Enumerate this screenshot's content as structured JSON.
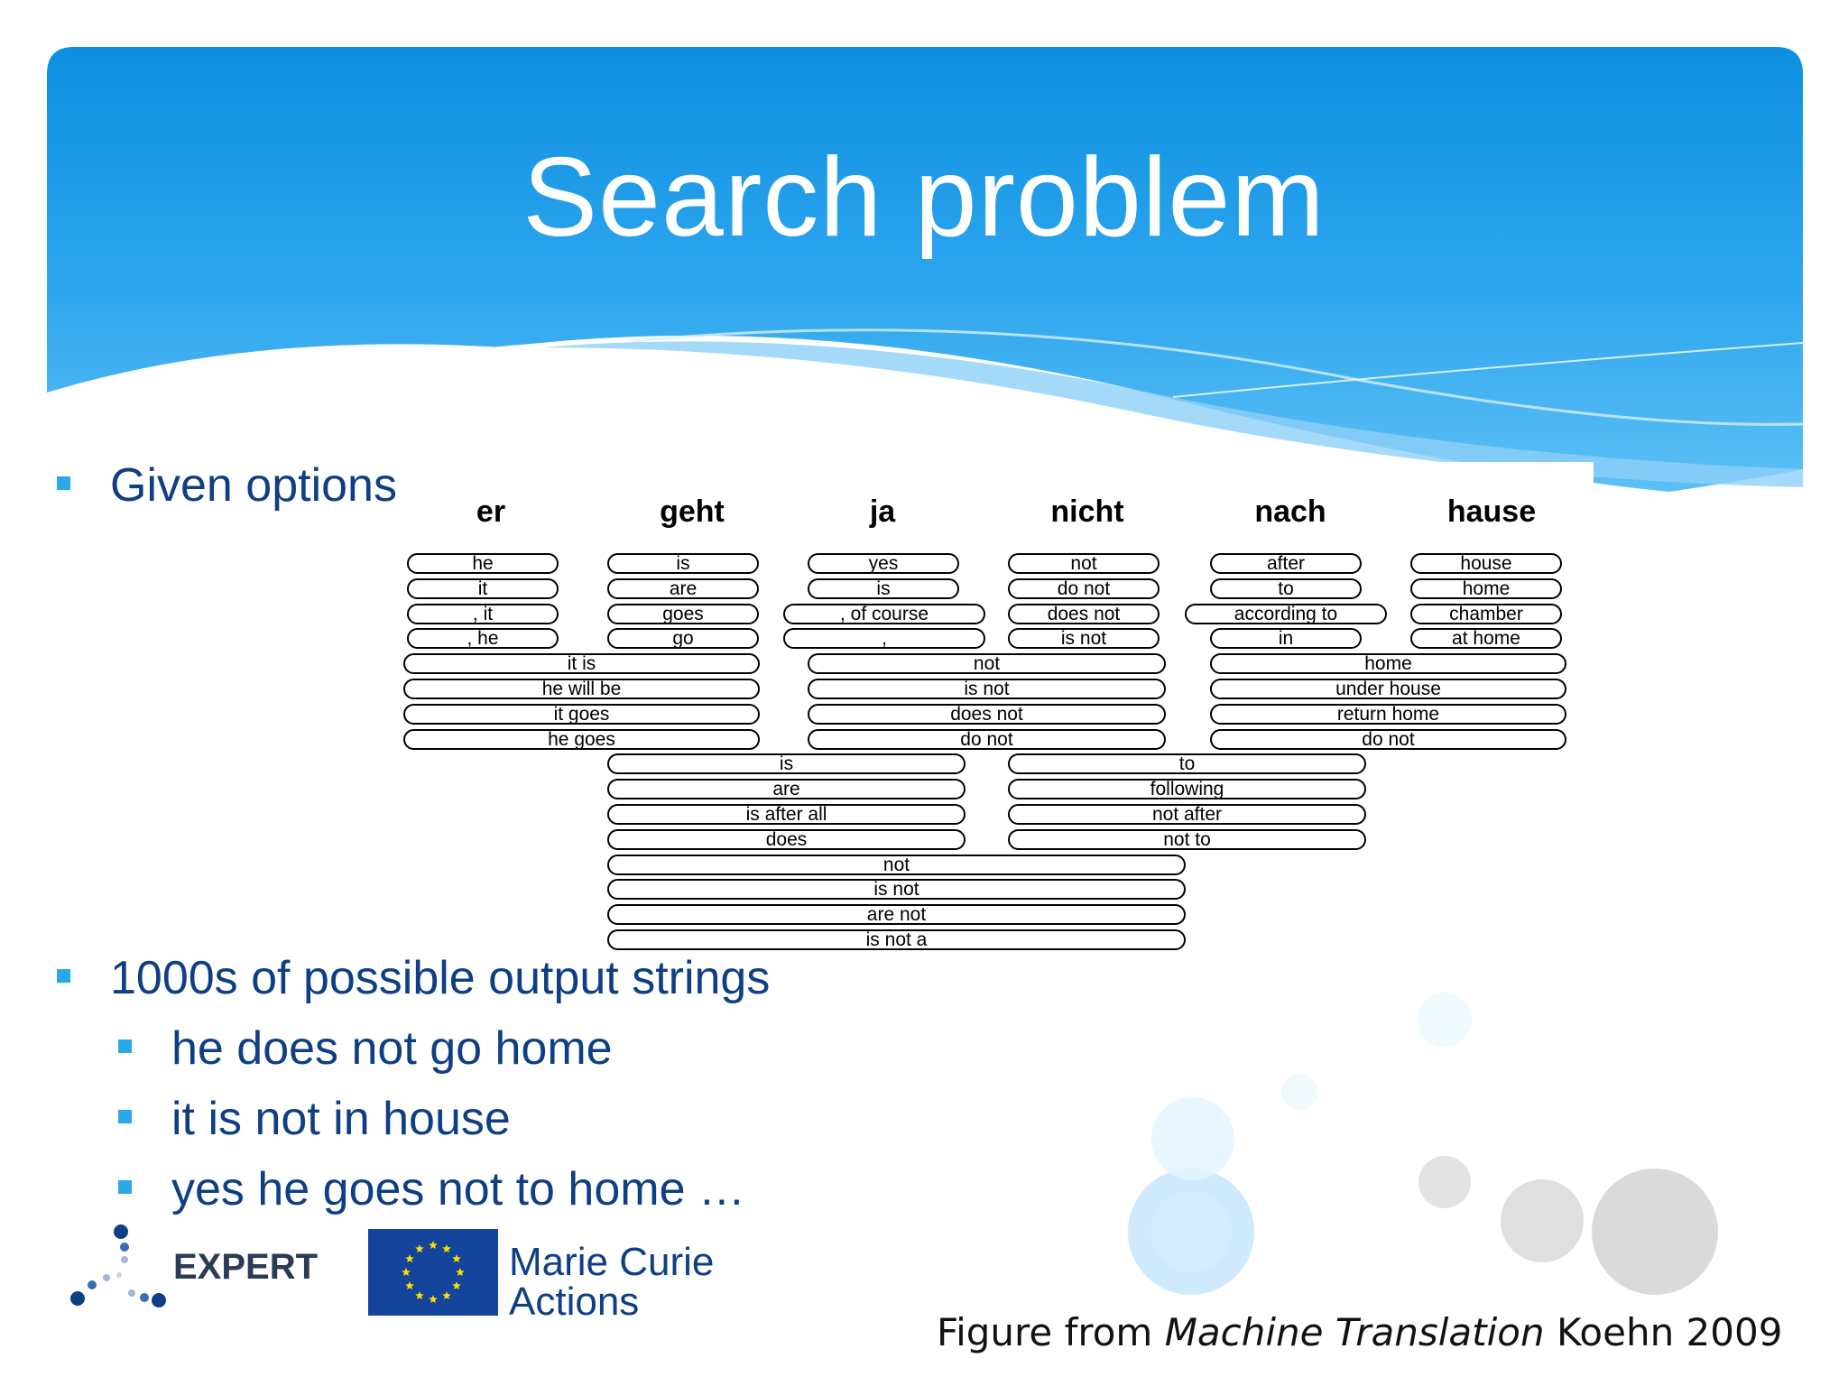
{
  "slide": {
    "title": "Search problem",
    "bullets_top": [
      {
        "text": "Given options"
      }
    ],
    "bullets_bottom": {
      "main": "1000s of possible output strings",
      "subs": [
        "he does not go home",
        "it is not in house",
        "yes he goes not to home …"
      ]
    },
    "caption": {
      "prefix": "Figure from ",
      "title": "Machine Translation",
      "suffix": " Koehn 2009"
    },
    "logos": {
      "expert": "EXPERT",
      "eu_line1": "Marie Curie",
      "eu_line2": "Actions"
    },
    "colors": {
      "header_blue": "#1a9be3",
      "text_blue": "#0e3f85",
      "bullet_cyan": "#29a9e8"
    }
  },
  "figure": {
    "source_words": [
      "er",
      "geht",
      "ja",
      "nicht",
      "nach",
      "hause"
    ],
    "options": [
      {
        "text": "he",
        "group": "er-1"
      },
      {
        "text": "it",
        "group": "er-1"
      },
      {
        "text": ", it",
        "group": "er-1"
      },
      {
        "text": ", he",
        "group": "er-1"
      },
      {
        "text": "is",
        "group": "geht-1"
      },
      {
        "text": "are",
        "group": "geht-1"
      },
      {
        "text": "goes",
        "group": "geht-1"
      },
      {
        "text": "go",
        "group": "geht-1"
      },
      {
        "text": "yes",
        "group": "ja-1"
      },
      {
        "text": "is",
        "group": "ja-1"
      },
      {
        "text": ", of course",
        "group": "ja-1"
      },
      {
        "text": ",",
        "group": "ja-1"
      },
      {
        "text": "not",
        "group": "nicht-1"
      },
      {
        "text": "do not",
        "group": "nicht-1"
      },
      {
        "text": "does not",
        "group": "nicht-1"
      },
      {
        "text": "is not",
        "group": "nicht-1"
      },
      {
        "text": "after",
        "group": "nach-1"
      },
      {
        "text": "to",
        "group": "nach-1"
      },
      {
        "text": "according to",
        "group": "nach-1"
      },
      {
        "text": "in",
        "group": "nach-1"
      },
      {
        "text": "house",
        "group": "hause-1"
      },
      {
        "text": "home",
        "group": "hause-1"
      },
      {
        "text": "chamber",
        "group": "hause-1"
      },
      {
        "text": "at home",
        "group": "hause-1"
      },
      {
        "text": "it is",
        "group": "er-geht"
      },
      {
        "text": "he will be",
        "group": "er-geht"
      },
      {
        "text": "it goes",
        "group": "er-geht"
      },
      {
        "text": "he goes",
        "group": "er-geht"
      },
      {
        "text": "not",
        "group": "ja-nicht"
      },
      {
        "text": "is not",
        "group": "ja-nicht"
      },
      {
        "text": "does not",
        "group": "ja-nicht"
      },
      {
        "text": "do not",
        "group": "ja-nicht"
      },
      {
        "text": "home",
        "group": "nach-hause"
      },
      {
        "text": "under house",
        "group": "nach-hause"
      },
      {
        "text": "return home",
        "group": "nach-hause"
      },
      {
        "text": "do not",
        "group": "nach-hause"
      },
      {
        "text": "is",
        "group": "geht-ja"
      },
      {
        "text": "are",
        "group": "geht-ja"
      },
      {
        "text": "is after all",
        "group": "geht-ja"
      },
      {
        "text": "does",
        "group": "geht-ja"
      },
      {
        "text": "to",
        "group": "nicht-nach"
      },
      {
        "text": "following",
        "group": "nicht-nach"
      },
      {
        "text": "not after",
        "group": "nicht-nach"
      },
      {
        "text": "not to",
        "group": "nicht-nach"
      },
      {
        "text": "not",
        "group": "geht-nicht"
      },
      {
        "text": "is not",
        "group": "geht-nicht"
      },
      {
        "text": "are not",
        "group": "geht-nicht"
      },
      {
        "text": "is not a",
        "group": "geht-nicht"
      }
    ]
  }
}
